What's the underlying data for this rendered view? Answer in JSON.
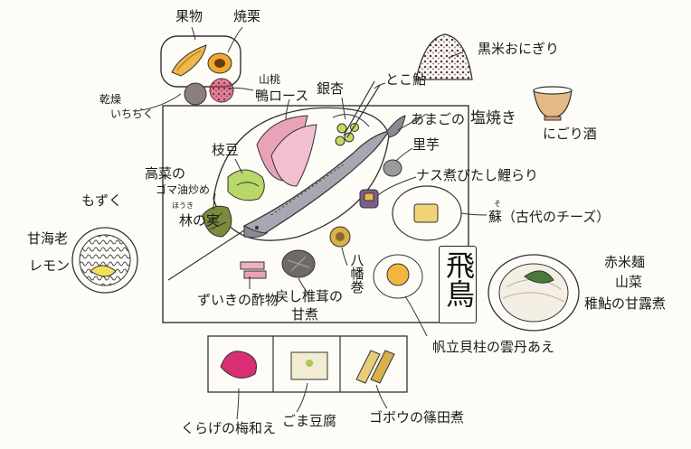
{
  "labels": {
    "kudamono": "果物",
    "yakiguri": "焼栗",
    "kansou_ichijiku_1": "乾燥",
    "kansou_ichijiku_2": "いちぢく",
    "yamamomo": "山桃",
    "kamo_roast": "鴨ロース",
    "ginnan": "銀杏",
    "tobi_ayu": "とこ鮎",
    "kuromai_onigiri": "黒米おにぎり",
    "amago_shioyaki_1": "あまごの",
    "amago_shioyaki_2": "塩焼き",
    "nigori_zake": "にごり酒",
    "edamame": "枝豆",
    "satoimo": "里芋",
    "takana_1": "高菜の",
    "takana_2": "ゴマ油炒め",
    "nasu_nibitashi": "ナス煮びたし鯉らり",
    "mozuku": "もずく",
    "houki_note": "ほうき",
    "houki_1": "林の実",
    "so_ruby": "そ",
    "so_cheese": "蘇（古代のチーズ）",
    "amaebi": "甘海老",
    "lemon": "レモン",
    "sekimai_men": "赤米麺",
    "sansai": "山菜",
    "ayu_kanroni": "稚鮎の甘露煮",
    "yawata_maki": "八幡巻",
    "zuiki_sunomono": "ずいきの酢物",
    "modoshi_shiitake_1": "戻し椎茸の",
    "modoshi_shiitake_2": "甘煮",
    "kaibashira": "帆立貝柱の雲丹あえ",
    "asuka": "飛鳥",
    "kurage": "くらげの梅和え",
    "goma_dofu": "ごま豆腐",
    "gobo_shinoda": "ゴボウの篠田煮"
  },
  "colors": {
    "ink": "#1b1b1b",
    "persimmon": "#e8a23a",
    "plum": "#c2204a",
    "fish": "#8a8a95",
    "green": "#a8c850",
    "pink_duck": "#e9a3b8",
    "sake_cup": "#d8a070",
    "onigiri": "#7a5a60"
  }
}
